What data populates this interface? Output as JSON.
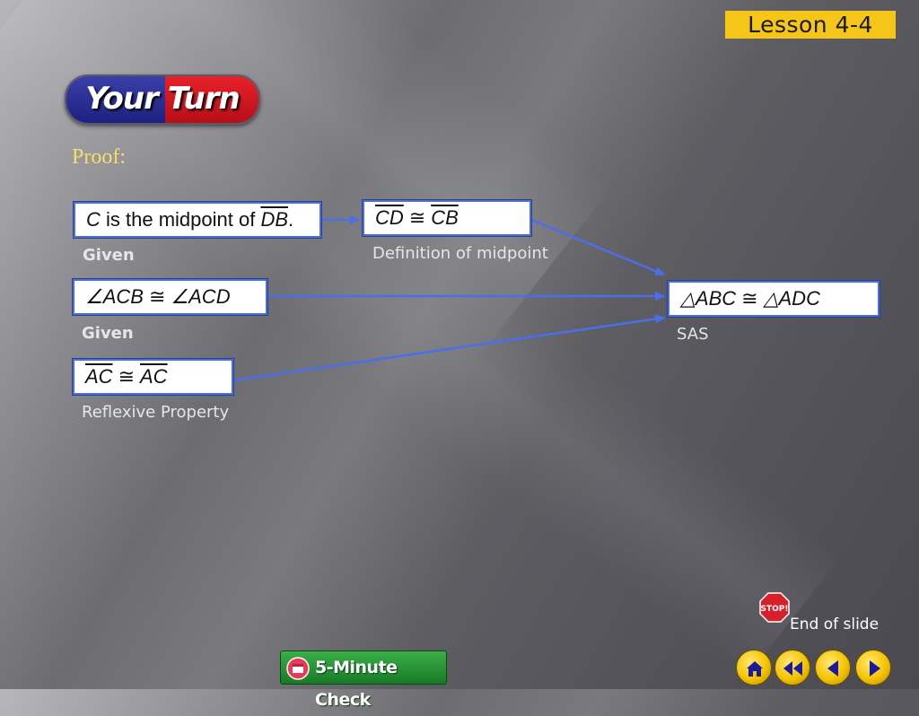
{
  "lesson": "Lesson 4-4",
  "your_turn": "Your Turn",
  "proof_label": "Proof:",
  "statements": {
    "midpoint": {
      "var": "C",
      "text": " is the midpoint of ",
      "seg": "DB",
      "end": "."
    },
    "cd_cb": {
      "a": "CD",
      "op": "≅",
      "b": "CB"
    },
    "angles": {
      "a": "∠ACB",
      "op": "≅",
      "b": "∠ACD"
    },
    "ac_ac": {
      "a": "AC",
      "op": "≅",
      "b": "AC"
    },
    "triangles": {
      "a": "△ABC",
      "op": "≅",
      "b": "△ADC"
    }
  },
  "reasons": {
    "given1": "Given",
    "midpoint_def": "Definition of midpoint",
    "given2": "Given",
    "reflexive": "Reflexive Property",
    "sas": "SAS"
  },
  "footer": {
    "end_of_slide": "End of slide",
    "five_minute_check": "5-Minute Check",
    "stop_sign": "STOP!"
  },
  "colors": {
    "arrow": "#4a6fe8",
    "box_border": "#4a6fd8",
    "lesson_bg": "#f5c518",
    "proof_label": "#f2e06a"
  },
  "icons": [
    "stop-sign-icon",
    "home-icon",
    "rewind-icon",
    "previous-icon",
    "next-icon",
    "calendar-icon"
  ]
}
